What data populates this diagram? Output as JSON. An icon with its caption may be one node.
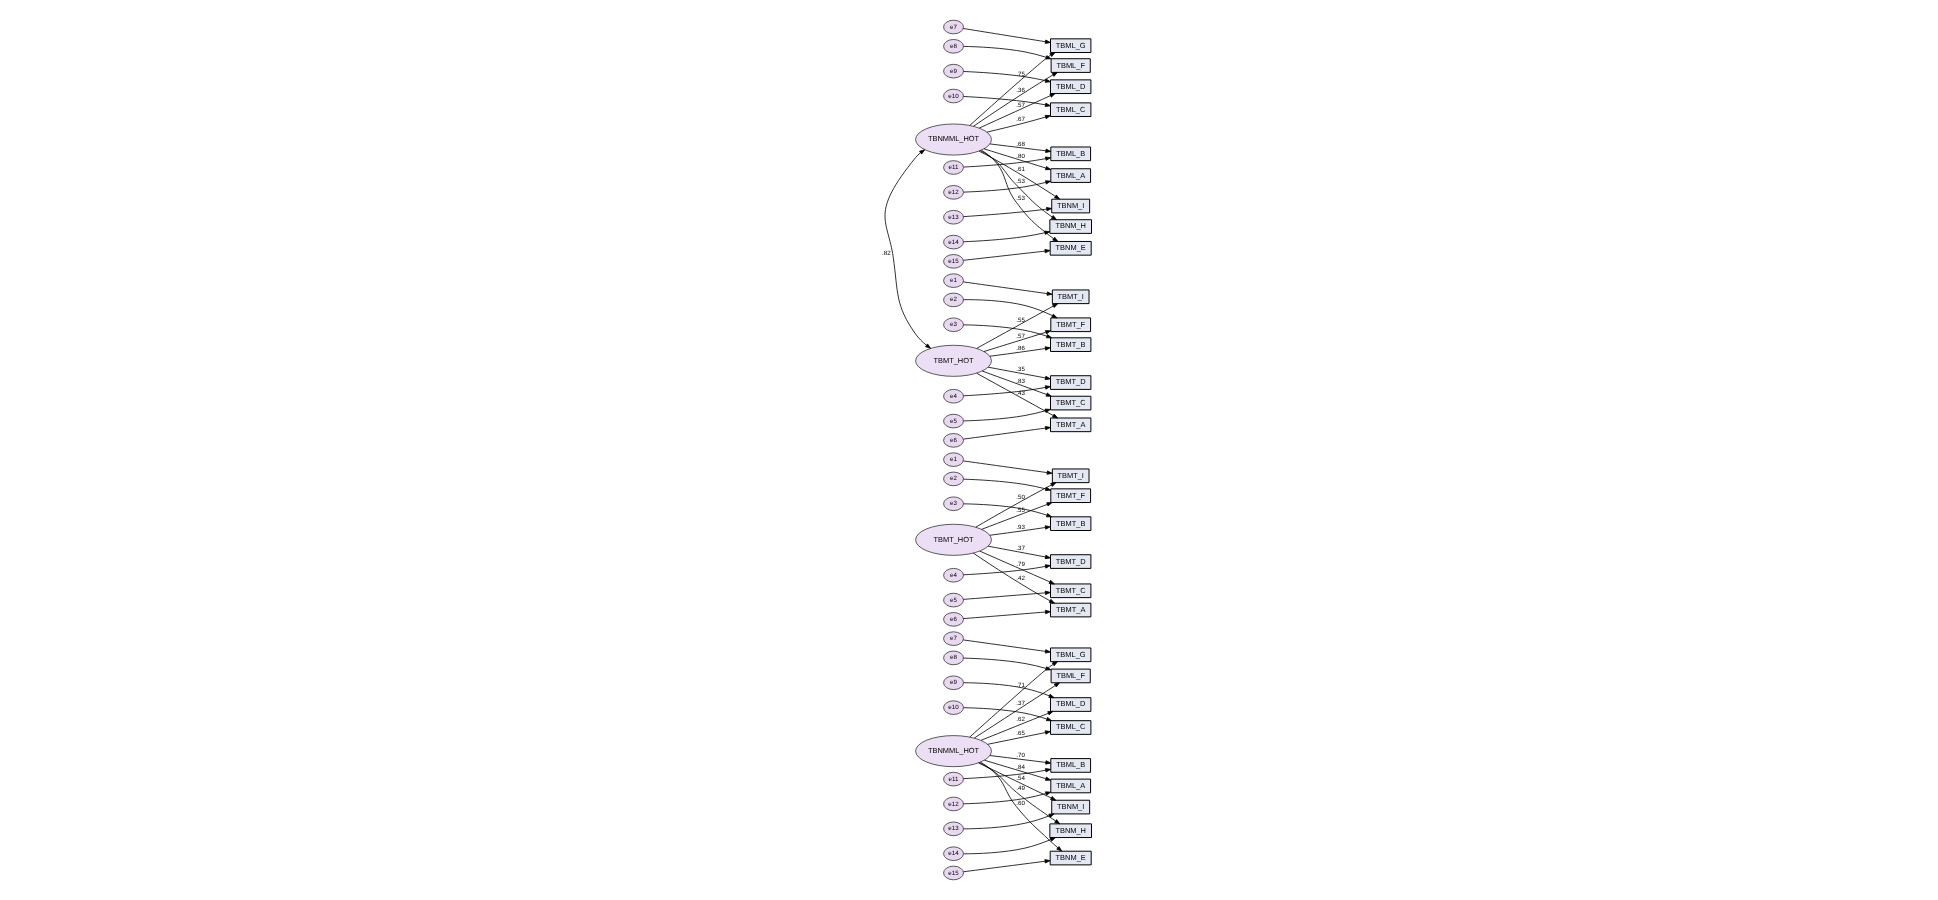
{
  "diagram": {
    "nodes": [
      {
        "text": [
          "TBNMML_HOT"
        ]
      },
      {
        "text": [
          "TBML_G"
        ]
      },
      {
        "text": [
          "TBML_F"
        ]
      },
      {
        "text": [
          "TBML_D"
        ]
      },
      {
        "text": [
          "TBML_C"
        ]
      },
      {
        "text": [
          "TBML_B"
        ]
      },
      {
        "text": [
          "TBML_A"
        ]
      },
      {
        "text": [
          "TBNM_I"
        ]
      },
      {
        "text": [
          "TBNM_H"
        ]
      },
      {
        "text": [
          "TBNM_E"
        ]
      },
      {
        "text": [
          "e7"
        ]
      },
      {
        "text": [
          "e8"
        ]
      },
      {
        "text": [
          "e9"
        ]
      },
      {
        "text": [
          "e10"
        ]
      },
      {
        "text": [
          "e11"
        ]
      },
      {
        "text": [
          "e12"
        ]
      },
      {
        "text": [
          "e13"
        ]
      },
      {
        "text": [
          "e14"
        ]
      },
      {
        "text": [
          "e15"
        ]
      },
      {
        "text": [
          "TBMT_HOT"
        ]
      },
      {
        "text": [
          "TBMT_I"
        ]
      },
      {
        "text": [
          "TBMT_F"
        ]
      },
      {
        "text": [
          "TBMT_B"
        ]
      },
      {
        "text": [
          "TBMT_D"
        ]
      },
      {
        "text": [
          "TBMT_C"
        ]
      },
      {
        "text": [
          "TBMT_A"
        ]
      },
      {
        "text": [
          "e1"
        ]
      },
      {
        "text": [
          "e2"
        ]
      },
      {
        "text": [
          "e3"
        ]
      },
      {
        "text": [
          "e4"
        ]
      },
      {
        "text": [
          "e5"
        ]
      },
      {
        "text": [
          "e6"
        ]
      },
      {
        "text": [
          "TBNMML_HOT"
        ]
      },
      {
        "text": [
          "TBML_G"
        ]
      },
      {
        "text": [
          "TBML_F"
        ]
      },
      {
        "text": [
          "TBML_D"
        ]
      },
      {
        "text": [
          "TBML_C"
        ]
      },
      {
        "text": [
          "TBML_B"
        ]
      },
      {
        "text": [
          "TBML_A"
        ]
      },
      {
        "text": [
          "TBNM_I"
        ]
      },
      {
        "text": [
          "TBNM_H"
        ]
      },
      {
        "text": [
          "TBNM_E"
        ]
      },
      {
        "text": [
          "e7"
        ]
      },
      {
        "text": [
          "e8"
        ]
      },
      {
        "text": [
          "e9"
        ]
      },
      {
        "text": [
          "e10"
        ]
      },
      {
        "text": [
          "e11"
        ]
      },
      {
        "text": [
          "e12"
        ]
      },
      {
        "text": [
          "e13"
        ]
      },
      {
        "text": [
          "e14"
        ]
      },
      {
        "text": [
          "e15"
        ]
      },
      {
        "text": [
          "TBMT_HOT"
        ]
      },
      {
        "text": [
          "TBMT_I"
        ]
      },
      {
        "text": [
          "TBMT_F"
        ]
      },
      {
        "text": [
          "TBMT_B"
        ]
      },
      {
        "text": [
          "TBMT_D"
        ]
      },
      {
        "text": [
          "TBMT_C"
        ]
      },
      {
        "text": [
          "TBMT_A"
        ]
      },
      {
        "text": [
          "e1"
        ]
      },
      {
        "text": [
          "e2"
        ]
      },
      {
        "text": [
          "e3"
        ]
      },
      {
        "text": [
          "e4"
        ]
      },
      {
        "text": [
          "e5"
        ]
      },
      {
        "text": [
          "e6"
        ]
      }
    ],
    "edges": [
      {
        "from": 0,
        "to": 1,
        "arrow": "to",
        "label": ".71"
      },
      {
        "from": 0,
        "to": 2,
        "arrow": "to",
        "label": ".37"
      },
      {
        "from": 0,
        "to": 3,
        "arrow": "to",
        "label": ".62"
      },
      {
        "from": 0,
        "to": 4,
        "arrow": "to",
        "label": ".65"
      },
      {
        "from": 0,
        "to": 5,
        "arrow": "to",
        "label": ".70"
      },
      {
        "from": 0,
        "to": 6,
        "arrow": "to",
        "label": ".84"
      },
      {
        "from": 0,
        "to": 7,
        "arrow": "to",
        "label": ".54"
      },
      {
        "from": 0,
        "to": 8,
        "arrow": "to",
        "label": ".49"
      },
      {
        "from": 0,
        "to": 9,
        "arrow": "to",
        "label": ".60"
      },
      {
        "from": 10,
        "to": 1,
        "arrow": "to"
      },
      {
        "from": 11,
        "to": 2,
        "arrow": "to"
      },
      {
        "from": 12,
        "to": 3,
        "arrow": "to"
      },
      {
        "from": 13,
        "to": 4,
        "arrow": "to"
      },
      {
        "from": 14,
        "to": 5,
        "arrow": "to"
      },
      {
        "from": 15,
        "to": 6,
        "arrow": "to"
      },
      {
        "from": 16,
        "to": 7,
        "arrow": "to"
      },
      {
        "from": 17,
        "to": 8,
        "arrow": "to"
      },
      {
        "from": 18,
        "to": 9,
        "arrow": "to"
      },
      {
        "from": 19,
        "to": 20,
        "arrow": "to",
        "label": ".50"
      },
      {
        "from": 19,
        "to": 21,
        "arrow": "to",
        "label": ".55"
      },
      {
        "from": 19,
        "to": 22,
        "arrow": "to",
        "label": ".93"
      },
      {
        "from": 19,
        "to": 23,
        "arrow": "to",
        "label": ".37"
      },
      {
        "from": 19,
        "to": 24,
        "arrow": "to",
        "label": ".79"
      },
      {
        "from": 19,
        "to": 25,
        "arrow": "to",
        "label": ".42"
      },
      {
        "from": 26,
        "to": 20,
        "arrow": "to"
      },
      {
        "from": 27,
        "to": 21,
        "arrow": "to"
      },
      {
        "from": 28,
        "to": 22,
        "arrow": "to"
      },
      {
        "from": 29,
        "to": 23,
        "arrow": "to"
      },
      {
        "from": 30,
        "to": 24,
        "arrow": "to"
      },
      {
        "from": 31,
        "to": 25,
        "arrow": "to"
      },
      {
        "from": 32,
        "to": 33,
        "arrow": "to",
        "label": ".75"
      },
      {
        "from": 32,
        "to": 34,
        "arrow": "to",
        "label": ".36"
      },
      {
        "from": 32,
        "to": 35,
        "arrow": "to",
        "label": ".57"
      },
      {
        "from": 32,
        "to": 36,
        "arrow": "to",
        "label": ".67"
      },
      {
        "from": 32,
        "to": 37,
        "arrow": "to",
        "label": ".68"
      },
      {
        "from": 32,
        "to": 38,
        "arrow": "to",
        "label": ".80"
      },
      {
        "from": 32,
        "to": 39,
        "arrow": "to",
        "label": ".61"
      },
      {
        "from": 32,
        "to": 40,
        "arrow": "to",
        "label": ".53"
      },
      {
        "from": 32,
        "to": 41,
        "arrow": "to",
        "label": ".53"
      },
      {
        "from": 42,
        "to": 33,
        "arrow": "to"
      },
      {
        "from": 43,
        "to": 34,
        "arrow": "to"
      },
      {
        "from": 44,
        "to": 35,
        "arrow": "to"
      },
      {
        "from": 45,
        "to": 36,
        "arrow": "to"
      },
      {
        "from": 46,
        "to": 37,
        "arrow": "to"
      },
      {
        "from": 47,
        "to": 38,
        "arrow": "to"
      },
      {
        "from": 48,
        "to": 39,
        "arrow": "to"
      },
      {
        "from": 49,
        "to": 40,
        "arrow": "to"
      },
      {
        "from": 50,
        "to": 41,
        "arrow": "to"
      },
      {
        "from": 51,
        "to": 52,
        "arrow": "to",
        "label": ".55"
      },
      {
        "from": 51,
        "to": 53,
        "arrow": "to",
        "label": ".57"
      },
      {
        "from": 51,
        "to": 54,
        "arrow": "to",
        "label": ".86"
      },
      {
        "from": 51,
        "to": 55,
        "arrow": "to",
        "label": ".35"
      },
      {
        "from": 51,
        "to": 56,
        "arrow": "to",
        "label": ".83"
      },
      {
        "from": 51,
        "to": 57,
        "arrow": "to",
        "label": ".43"
      },
      {
        "from": 58,
        "to": 52,
        "arrow": "to"
      },
      {
        "from": 59,
        "to": 53,
        "arrow": "to"
      },
      {
        "from": 60,
        "to": 54,
        "arrow": "to"
      },
      {
        "from": 61,
        "to": 55,
        "arrow": "to"
      },
      {
        "from": 62,
        "to": 56,
        "arrow": "to"
      },
      {
        "from": 63,
        "to": 57,
        "arrow": "to"
      },
      {
        "from": 32,
        "to": 51,
        "arrow": "both",
        "label": ".82"
      }
    ]
  }
}
